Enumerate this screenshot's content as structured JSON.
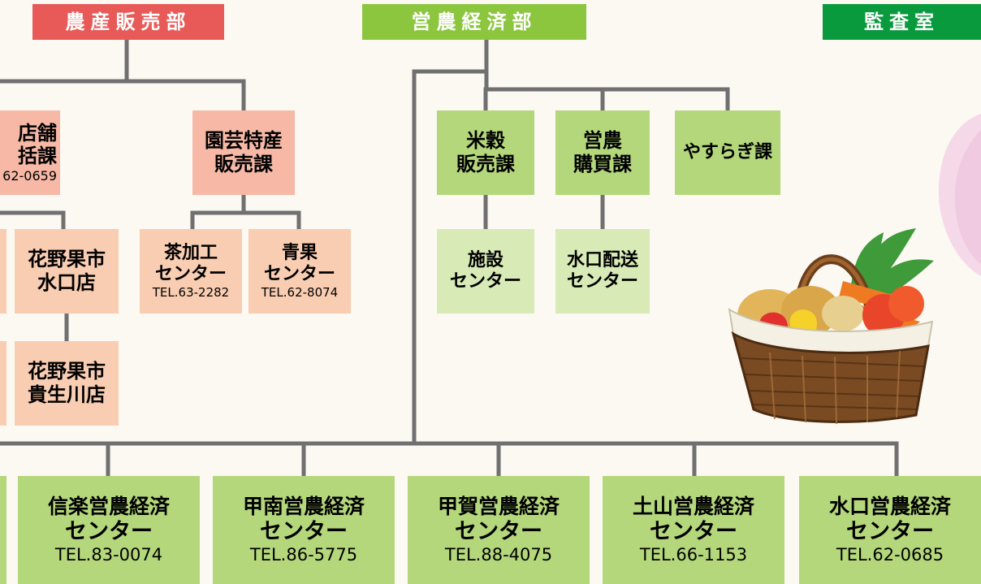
{
  "headers": {
    "nousan": "農産販売部",
    "einou": "営農経済部",
    "kansa": "監査室"
  },
  "nousan": {
    "tenpo": {
      "line1": "店舗",
      "line2": "括課",
      "tel": "62-0659"
    },
    "engei": {
      "line1": "園芸特産",
      "line2": "販売課"
    },
    "kaya_minakuchi": {
      "line1": "花野果市",
      "line2": "水口店"
    },
    "kaya_minase": {
      "line1": "花野果市",
      "line2": "貴生川店"
    },
    "chakako": {
      "line1": "茶加工",
      "line2": "センター",
      "tel": "TEL.63-2282"
    },
    "seika": {
      "line1": "青果",
      "line2": "センター",
      "tel": "TEL.62-8074"
    }
  },
  "einou": {
    "beikoku": {
      "line1": "米穀",
      "line2": "販売課"
    },
    "einou_kobai": {
      "line1": "営農",
      "line2": "購買課"
    },
    "yasuragi": {
      "label": "やすらぎ課"
    },
    "shisetsu": {
      "line1": "施設",
      "line2": "センター"
    },
    "minakuchi_haiso": {
      "line1": "水口配送",
      "line2": "センター"
    }
  },
  "centers": [
    {
      "name": "信楽営農経済",
      "sub": "センター",
      "tel": "TEL.83-0074"
    },
    {
      "name": "甲南営農経済",
      "sub": "センター",
      "tel": "TEL.86-5775"
    },
    {
      "name": "甲賀営農経済",
      "sub": "センター",
      "tel": "TEL.88-4075"
    },
    {
      "name": "土山営農経済",
      "sub": "センター",
      "tel": "TEL.66-1153"
    },
    {
      "name": "水口営農経済",
      "sub": "センター",
      "tel": "TEL.62-0685"
    }
  ],
  "colors": {
    "header_nousan": "#e85a58",
    "header_einou": "#8cc63f",
    "header_kansa": "#0a9a3e",
    "line": "#707070"
  }
}
